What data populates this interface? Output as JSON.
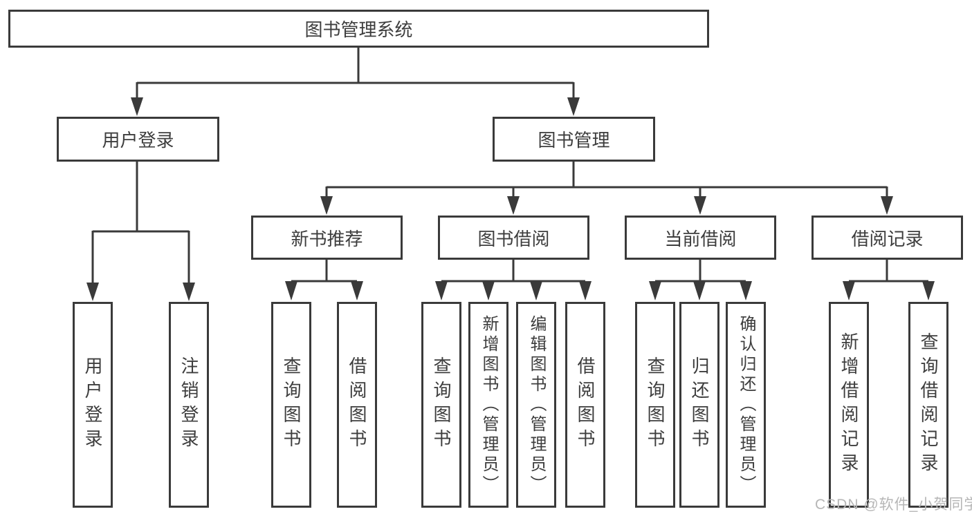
{
  "tree": {
    "label": "图书管理系统",
    "children": [
      {
        "label": "用户登录",
        "children": [
          {
            "label": "用户登录"
          },
          {
            "label": "注销登录"
          }
        ]
      },
      {
        "label": "图书管理",
        "children": [
          {
            "label": "新书推荐",
            "children": [
              {
                "label": "查询图书"
              },
              {
                "label": "借阅图书"
              }
            ]
          },
          {
            "label": "图书借阅",
            "children": [
              {
                "label": "查询图书"
              },
              {
                "label": "新增图书（管理员）"
              },
              {
                "label": "编辑图书（管理员）"
              },
              {
                "label": "借阅图书"
              }
            ]
          },
          {
            "label": "当前借阅",
            "children": [
              {
                "label": "查询图书"
              },
              {
                "label": "归还图书"
              },
              {
                "label": "确认归还（管理员）"
              }
            ]
          },
          {
            "label": "借阅记录",
            "children": [
              {
                "label": "新增借阅记录"
              },
              {
                "label": "查询借阅记录"
              }
            ]
          }
        ]
      }
    ]
  },
  "watermark": {
    "text": "CSDN @软件_小贺同学",
    "color": "#b6b6b6"
  },
  "colors": {
    "line": "#3a3a3a",
    "box_border": "#3a3a3a",
    "box_fill": "#ffffff",
    "text": "#3d3d3d",
    "background": "#ffffff"
  }
}
